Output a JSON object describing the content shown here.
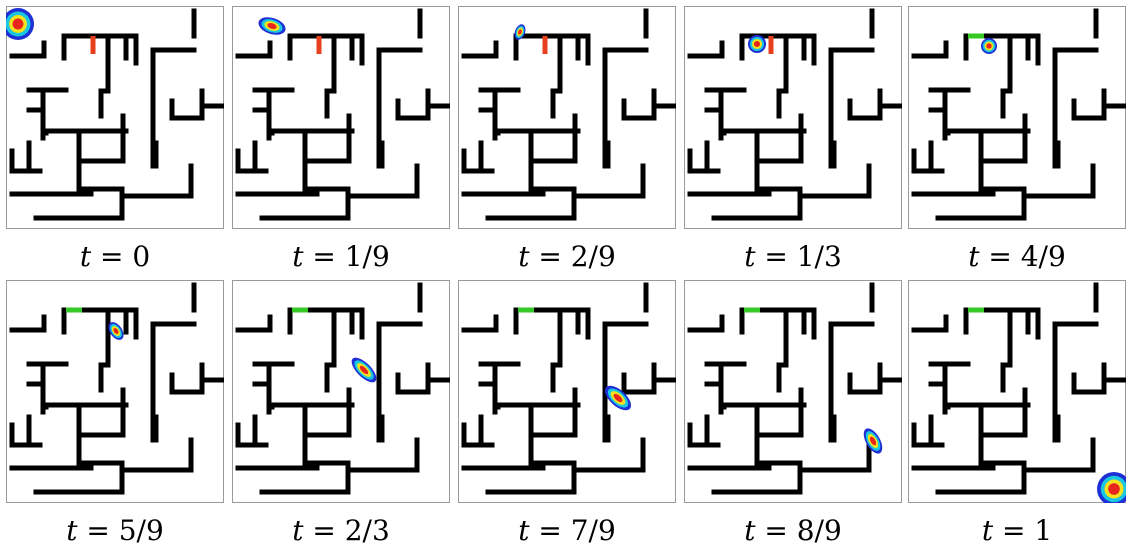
{
  "colors": {
    "wall": "#000000",
    "door_closed": "#e8401c",
    "door_open": "#34c924",
    "frame": "#9a9a9a",
    "density_outer": "#1f2fd6",
    "density_mid": "#19c7e0",
    "density_inner": "#f2e21e",
    "density_core": "#e8241c"
  },
  "panels": [
    {
      "caption_var": "t",
      "caption_eq": "=",
      "caption_val": "0",
      "door": "closed",
      "blob": "corner-start"
    },
    {
      "caption_var": "t",
      "caption_eq": "=",
      "caption_val": "1/9",
      "door": "closed",
      "blob": "top-left-stretched"
    },
    {
      "caption_var": "t",
      "caption_eq": "=",
      "caption_val": "2/9",
      "door": "closed",
      "blob": "near-gap"
    },
    {
      "caption_var": "t",
      "caption_eq": "=",
      "caption_val": "1/3",
      "door": "closed",
      "blob": "entering-room"
    },
    {
      "caption_var": "t",
      "caption_eq": "=",
      "caption_val": "4/9",
      "door": "open",
      "blob": "at-door"
    },
    {
      "caption_var": "t",
      "caption_eq": "=",
      "caption_val": "5/9",
      "door": "open",
      "blob": "corridor-top"
    },
    {
      "caption_var": "t",
      "caption_eq": "=",
      "caption_val": "2/3",
      "door": "open",
      "blob": "corridor-mid"
    },
    {
      "caption_var": "t",
      "caption_eq": "=",
      "caption_val": "7/9",
      "door": "open",
      "blob": "corridor-low"
    },
    {
      "caption_var": "t",
      "caption_eq": "=",
      "caption_val": "8/9",
      "door": "open",
      "blob": "near-exit"
    },
    {
      "caption_var": "t",
      "caption_eq": "=",
      "caption_val": "1",
      "door": "open",
      "blob": "corner-end"
    }
  ]
}
